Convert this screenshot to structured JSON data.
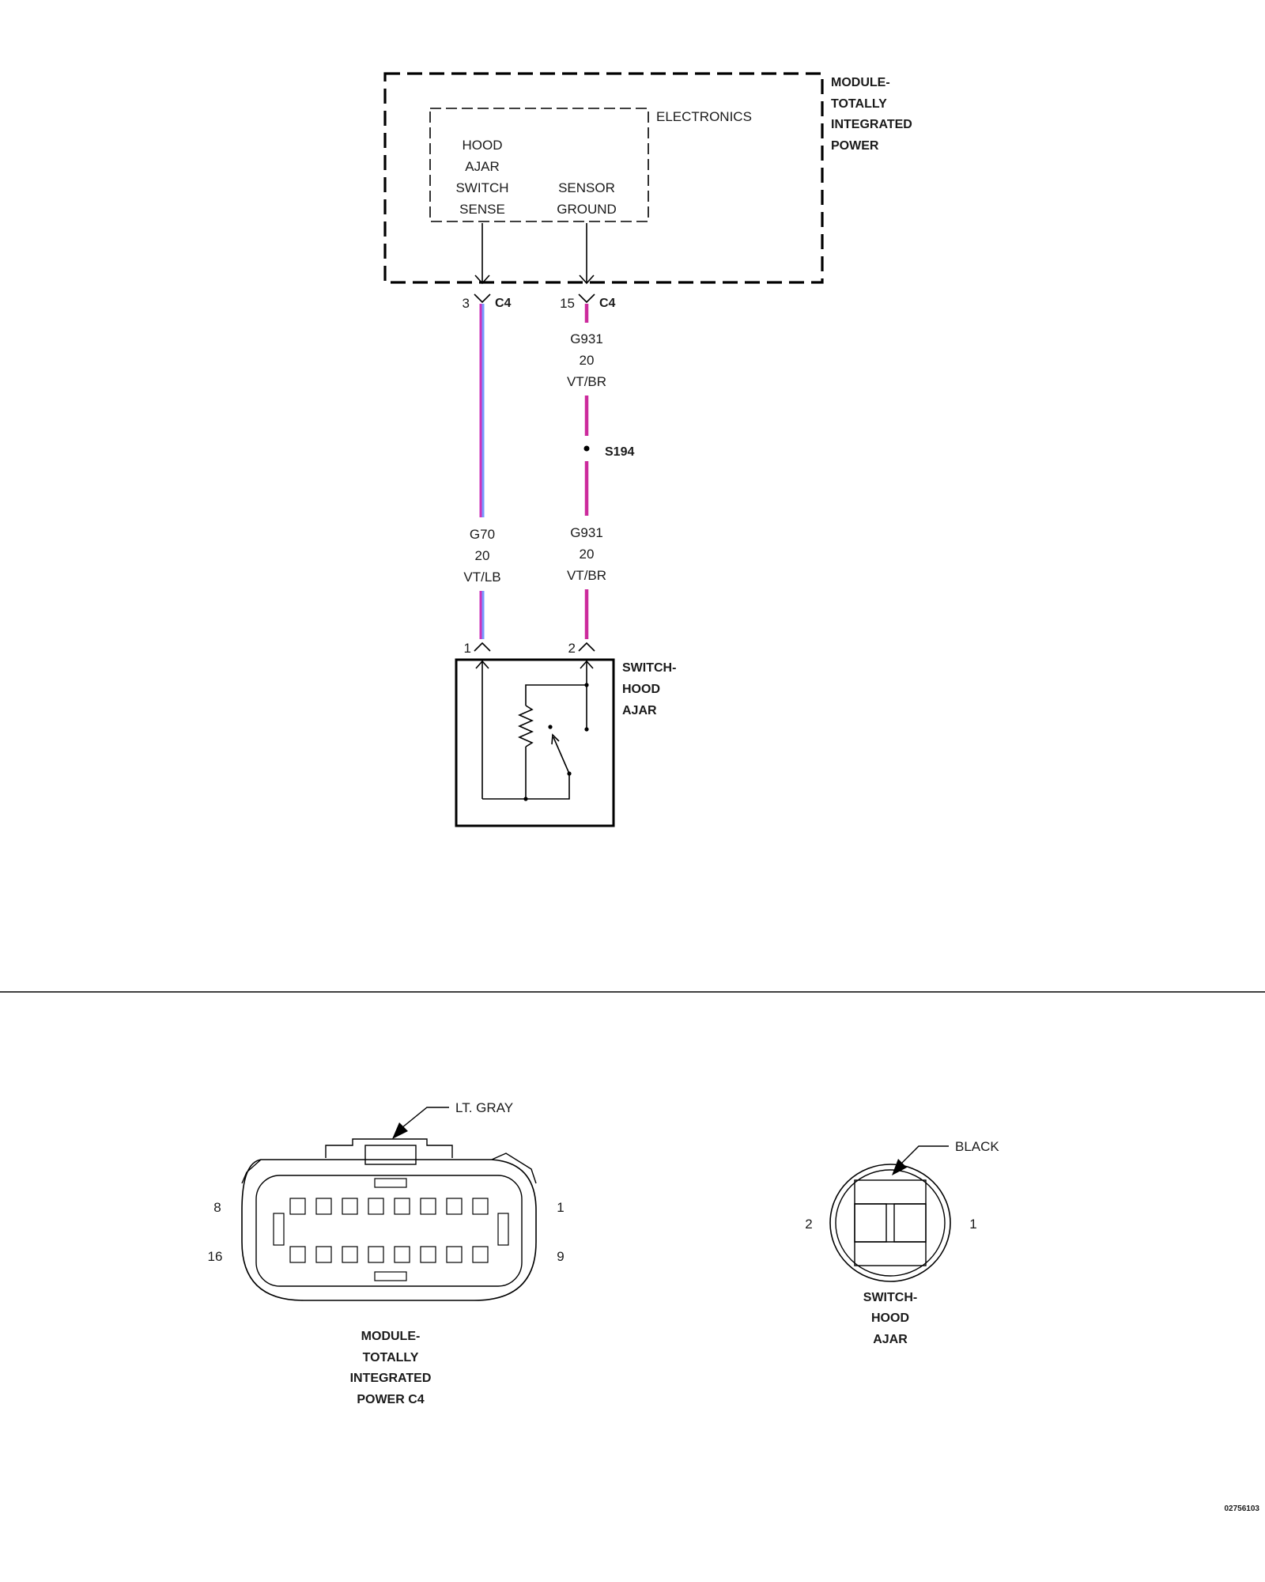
{
  "module": {
    "name_lines": [
      "MODULE-",
      "TOTALLY",
      "INTEGRATED",
      "POWER"
    ],
    "electronics_label": "ELECTRONICS",
    "hood_sense_lines": [
      "HOOD",
      "AJAR",
      "SWITCH",
      "SENSE"
    ],
    "sensor_ground_lines": [
      "SENSOR",
      "GROUND"
    ],
    "pin_left": {
      "number": "3",
      "connector": "C4"
    },
    "pin_right": {
      "number": "15",
      "connector": "C4"
    }
  },
  "wires": {
    "left": {
      "circuit": "G70",
      "gauge": "20",
      "color_code": "VT/LB",
      "colors": {
        "primary": "#cc33bb",
        "tracer": "#7799ff"
      }
    },
    "right_upper": {
      "circuit": "G931",
      "gauge": "20",
      "color_code": "VT/BR"
    },
    "right_lower": {
      "circuit": "G931",
      "gauge": "20",
      "color_code": "VT/BR"
    },
    "right_color": "#cc2a9c"
  },
  "splice": {
    "label": "S194"
  },
  "switch": {
    "name_lines": [
      "SWITCH-",
      "HOOD",
      "AJAR"
    ],
    "pin_left": "1",
    "pin_right": "2"
  },
  "connector_views": {
    "module_c4": {
      "callout": "LT. GRAY",
      "name_lines": [
        "MODULE-",
        "TOTALLY",
        "INTEGRATED",
        "POWER C4"
      ],
      "pin_labels": {
        "top_left": "8",
        "bottom_left": "16",
        "top_right": "1",
        "bottom_right": "9"
      }
    },
    "switch": {
      "callout": "BLACK",
      "name_lines": [
        "SWITCH-",
        "HOOD",
        "AJAR"
      ],
      "pin_labels": {
        "left": "2",
        "right": "1"
      }
    }
  },
  "figure_id": "02756103"
}
